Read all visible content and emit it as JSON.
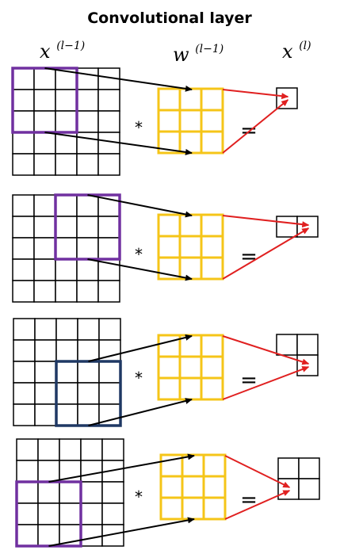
{
  "title": "Convolutional layer",
  "headers": {
    "input": {
      "base": "x",
      "sup": "(l−1)"
    },
    "weights": {
      "base": "w",
      "sup": "(l−1)"
    },
    "output": {
      "base": "x",
      "sup": "(l)"
    }
  },
  "operators": {
    "convolve": "*",
    "equals": "="
  },
  "colors": {
    "grid": "#000000",
    "kernel": "#f5c518",
    "window_purple": "#7030a0",
    "window_navy": "#1f3864",
    "arrow_black": "#000000",
    "arrow_red": "#e02020"
  },
  "input_grid": {
    "rows": 5,
    "cols": 5
  },
  "kernel_grid": {
    "rows": 3,
    "cols": 3
  },
  "steps": [
    {
      "window": {
        "row": 0,
        "col": 0
      },
      "window_color": "purple",
      "output_cells": [
        [
          0,
          0
        ]
      ],
      "highlight": [
        0,
        0
      ]
    },
    {
      "window": {
        "row": 0,
        "col": 2
      },
      "window_color": "purple",
      "output_cells": [
        [
          0,
          0
        ],
        [
          0,
          1
        ]
      ],
      "highlight": [
        0,
        1
      ]
    },
    {
      "window": {
        "row": 2,
        "col": 2
      },
      "window_color": "navy",
      "output_cells": [
        [
          0,
          0
        ],
        [
          0,
          1
        ],
        [
          1,
          1
        ]
      ],
      "highlight": [
        1,
        1
      ]
    },
    {
      "window": {
        "row": 2,
        "col": 0
      },
      "window_color": "purple",
      "output_cells": [
        [
          0,
          0
        ],
        [
          0,
          1
        ],
        [
          1,
          0
        ],
        [
          1,
          1
        ]
      ],
      "highlight": [
        1,
        0
      ]
    }
  ]
}
